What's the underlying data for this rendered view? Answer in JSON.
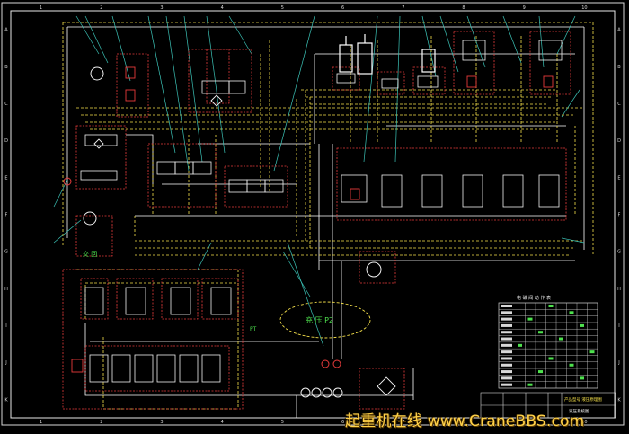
{
  "colors": {
    "background": "#000000",
    "frame": "#e8e8e8",
    "supply_line": "#ffffff",
    "pilot_line": "#f5e04a",
    "hatch": "#3cc4b8",
    "component": "#e63b3b",
    "label": "#4ee24e",
    "watermark": "#ffd24a"
  },
  "border": {
    "columns": [
      "1",
      "2",
      "3",
      "4",
      "5",
      "6",
      "7",
      "8",
      "9",
      "10"
    ],
    "rows": [
      "A",
      "B",
      "C",
      "D",
      "E",
      "F",
      "G",
      "H",
      "I",
      "J",
      "K"
    ]
  },
  "labels": {
    "left_unit": "交 回",
    "central_note": "充 压 P2",
    "lower_tag": "PT",
    "table_title": "电 磁 阀 动 作 表"
  },
  "title_block": {
    "line1": "产品型号 液压原理图",
    "line2": "液压系统图"
  },
  "watermark": {
    "text": "起重机在线 www.CraneBBS.com"
  },
  "icons": [
    "pump-icon",
    "motor-icon",
    "filter-icon",
    "valve-icon",
    "cylinder-icon"
  ]
}
